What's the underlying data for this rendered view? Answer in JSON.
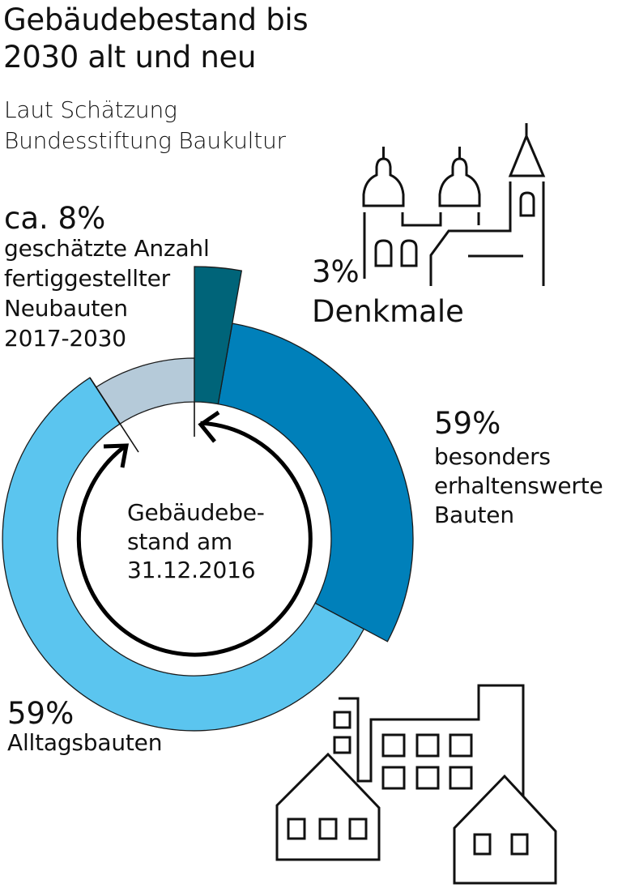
{
  "title": {
    "line1": "Gebäudebestand bis",
    "line2": "2030 alt und neu"
  },
  "subtitle": {
    "line1": "Laut Schätzung",
    "line2": "Bundesstiftung Baukultur"
  },
  "labels": {
    "new_buildings": {
      "value": "ca. 8%",
      "lines": [
        "geschätzte Anzahl",
        "fertiggestellter",
        "Neubauten",
        "2017-2030"
      ]
    },
    "monuments": {
      "value": "3%",
      "lines": [
        "Denkmale"
      ]
    },
    "preservation_worthy": {
      "value": "59%",
      "lines": [
        "besonders",
        "erhaltenswerte",
        "Bauten"
      ]
    },
    "everyday": {
      "value": "59%",
      "lines": [
        "Alltagsbauten"
      ]
    },
    "center": {
      "lines": [
        "Gebäudebe-",
        "stand am",
        "31.12.2016"
      ]
    }
  },
  "colors": {
    "monuments": "#006479",
    "preservation_worthy": "#0080BA",
    "everyday": "#5BC5EF",
    "new_buildings": "#B5CAD9"
  },
  "chart_data": {
    "type": "pie",
    "title": "Gebäudebestand bis 2030 alt und neu",
    "subtitle": "Laut Schätzung Bundesstiftung Baukultur",
    "center_label": "Gebäudebestand am 31.12.2016",
    "style": "donut with radially extended segments and circular arrow",
    "segments": [
      {
        "name": "Denkmale",
        "value": 3,
        "unit": "%",
        "start_deg": 0,
        "end_deg": 10,
        "color": "#006479",
        "note": "extended outer radius"
      },
      {
        "name": "besonders erhaltenswerte Bauten",
        "value": 59,
        "unit": "%",
        "start_deg": 10,
        "end_deg": 118,
        "color": "#0080BA",
        "note": "extended outer radius"
      },
      {
        "name": "Alltagsbauten",
        "value": 59,
        "unit": "%",
        "start_deg": 118,
        "end_deg": 327,
        "color": "#5BC5EF"
      },
      {
        "name": "geschätzte Anzahl fertiggestellter Neubauten 2017-2030",
        "value": 8,
        "unit": "%",
        "prefix": "ca.",
        "start_deg": 327,
        "end_deg": 360,
        "color": "#B5CAD9"
      }
    ]
  }
}
